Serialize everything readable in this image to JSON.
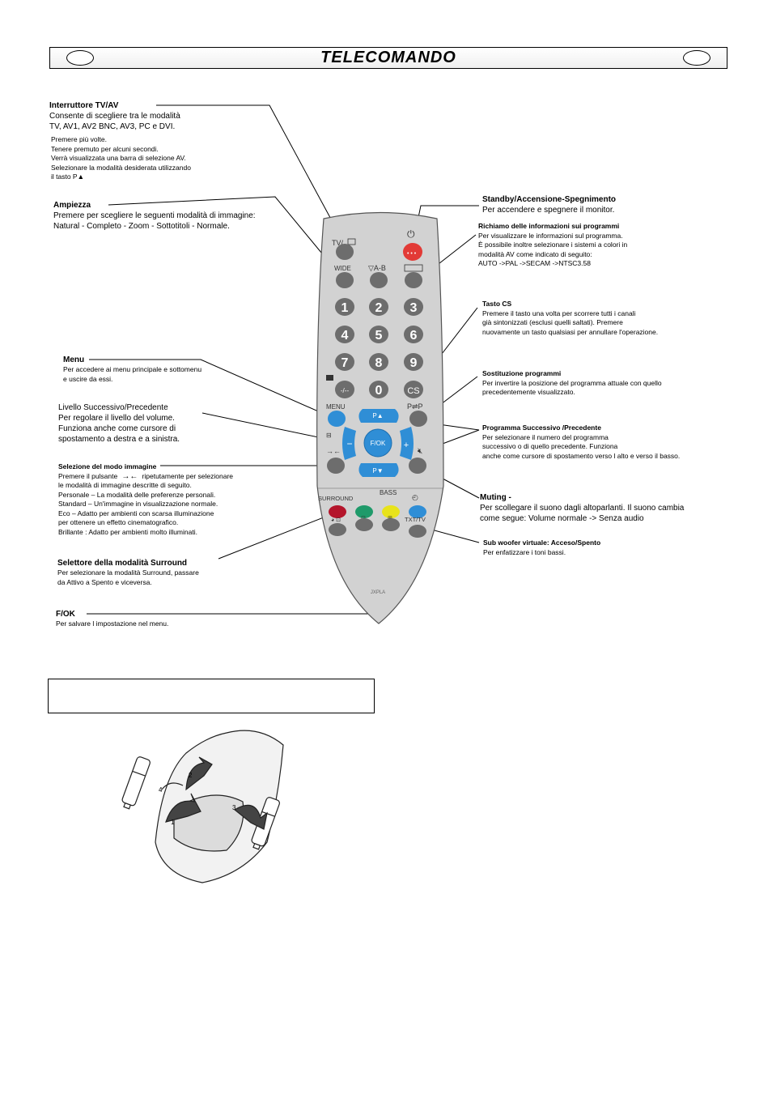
{
  "page": {
    "title": "TELECOMANDO"
  },
  "annotations": {
    "tvav": {
      "title": "Interruttore TV/AV",
      "lines": [
        "Consente di scegliere tra le modalità",
        "TV, AV1, AV2 BNC, AV3, PC e DVI."
      ],
      "notes": [
        "Premere più volte.",
        "Tenere premuto per alcuni secondi.",
        " Verrà visualizzata una barra di selezione AV.",
        "Selezionare la modalità desiderata utilizzando",
        " il tasto P▲"
      ]
    },
    "ampiezza": {
      "title": "Ampiezza",
      "lines": [
        "Premere per scegliere le seguenti modalità di immagine:",
        "Natural - Completo - Zoom - Sottotitoli - Normale."
      ]
    },
    "menu": {
      "title": "Menu",
      "lines": [
        "Per accedere ai menu principale e sottomenu",
        "e uscire da essi."
      ]
    },
    "livello": {
      "lines": [
        "Livello Successivo/Precedente",
        "Per regolare il livello del volume.",
        "Funziona anche come cursore di",
        "spostamento a destra e a sinistra."
      ]
    },
    "modo_immagine": {
      "title": "Selezione del modo immagine",
      "line_first_a": "Premere il pulsante",
      "line_first_b": "ripetutamente per selezionare",
      "lines": [
        "le modalità di immagine descritte di seguito.",
        "Personale – La modalità delle preferenze personali.",
        "Standard – Un'immagine in visualizzazione normale.",
        "Eco – Adatto per ambienti con scarsa illuminazione",
        "per ottenere un effetto cinematografico.",
        "Brillante : Adatto per ambienti molto illuminati."
      ]
    },
    "surround": {
      "title": "Selettore della modalità Surround",
      "lines": [
        "Per selezionare la modalità Surround, passare",
        "da Attivo a Spento e viceversa."
      ]
    },
    "fok": {
      "title": "F/OK",
      "lines": [
        "Per salvare l impostazione nel menu."
      ]
    },
    "standby": {
      "title": "Standby/Accensione-Spegnimento",
      "lines": [
        "Per accendere e spegnere il monitor."
      ]
    },
    "richiamo": {
      "title": "Richiamo delle informazioni sui programmi",
      "lines": [
        "Per visualizzare le informazioni sul programma.",
        "È possibile inoltre selezionare i sistemi a colori in",
        "modalità AV come indicato di seguito:",
        "AUTO ->PAL ->SECAM ->NTSC3.58"
      ]
    },
    "cs": {
      "title": "Tasto CS",
      "lines": [
        "Premere il tasto una volta per scorrere tutti i canali",
        "già sintonizzati (esclusi quelli saltati). Premere",
        "nuovamente un tasto qualsiasi per annullare l'operazione."
      ]
    },
    "sostituzione": {
      "title": "Sostituzione programmi",
      "lines": [
        "Per invertire la posizione del programma attuale con quello",
        "precedentemente visualizzato."
      ]
    },
    "programma": {
      "title": "Programma Successivo /Precedente",
      "lines": [
        "Per selezionare il numero del programma",
        "successivo o di quello precedente. Funziona",
        "anche come cursore di spostamento verso l alto e verso il basso."
      ]
    },
    "muting": {
      "title": "Muting -",
      "lines": [
        "Per scollegare il suono dagli altoparlanti. Il suono cambia",
        "come segue: Volume normale -> Senza audio"
      ]
    },
    "subwoofer": {
      "title": "Sub woofer virtuale: Acceso/Spento",
      "lines": [
        "Per enfatizzare i toni bassi."
      ]
    },
    "bottom_box": {
      "text": ""
    }
  },
  "remote": {
    "tvav": "TV/",
    "wide": "WIDE",
    "ab": "▽A-B",
    "digits": [
      "1",
      "2",
      "3",
      "4",
      "5",
      "6",
      "7",
      "8",
      "9",
      "-/--",
      "0",
      "CS"
    ],
    "menu": "MENU",
    "pp": "P⇌P",
    "pup": "P▲",
    "pdown": "P▼",
    "fok": "F/OK",
    "minus": "−",
    "plus": "+",
    "surround": "SURROUND",
    "bass": "BASS",
    "txt": "TXT/TV",
    "model": "JXPLA",
    "colors": {
      "body": "#d2d2d2",
      "button": "#6d6d6d",
      "blue": "#2f8ed6",
      "red": "#e23a36",
      "green": "#1f9a6a",
      "yellow": "#e8e31b",
      "darkred": "#b4152b"
    }
  },
  "battery_diagram": {
    "steps": [
      "1",
      "2",
      "3",
      "4"
    ]
  }
}
